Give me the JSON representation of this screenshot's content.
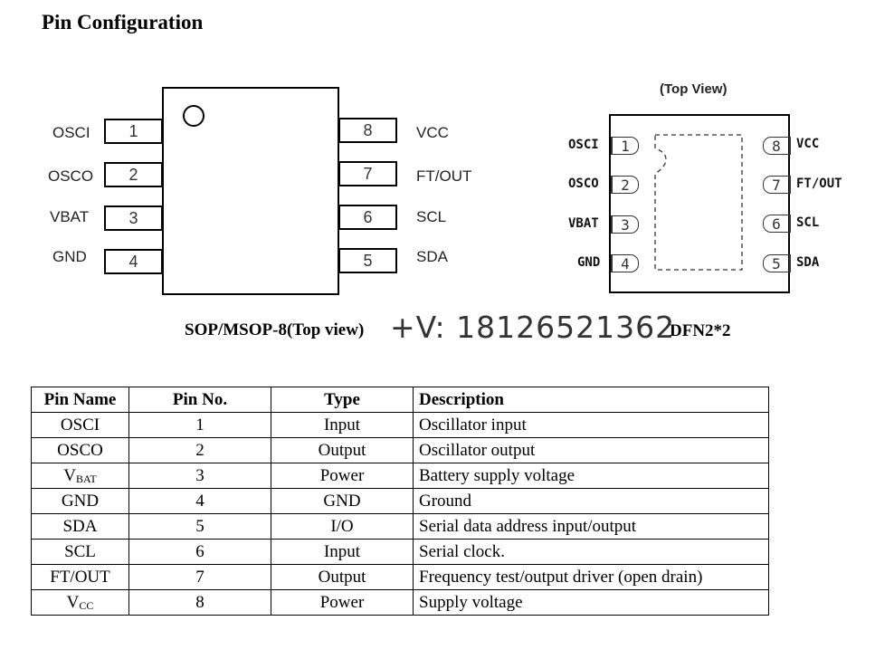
{
  "title": "Pin Configuration",
  "sop": {
    "caption": "SOP/MSOP-8(Top view)",
    "left_pins": [
      {
        "num": "1",
        "name": "OSCI"
      },
      {
        "num": "2",
        "name": "OSCO"
      },
      {
        "num": "3",
        "name": "VBAT"
      },
      {
        "num": "4",
        "name": "GND"
      }
    ],
    "right_pins": [
      {
        "num": "8",
        "name": "VCC"
      },
      {
        "num": "7",
        "name": "FT/OUT"
      },
      {
        "num": "6",
        "name": "SCL"
      },
      {
        "num": "5",
        "name": "SDA"
      }
    ]
  },
  "watermark": "+V:  18126521362",
  "dfn": {
    "caption": "DFN2*2",
    "top_view": "(Top View)",
    "left_pins": [
      {
        "num": "1",
        "name": "OSCI"
      },
      {
        "num": "2",
        "name": "OSCO"
      },
      {
        "num": "3",
        "name": "VBAT"
      },
      {
        "num": "4",
        "name": "GND"
      }
    ],
    "right_pins": [
      {
        "num": "8",
        "name": "VCC"
      },
      {
        "num": "7",
        "name": "FT/OUT"
      },
      {
        "num": "6",
        "name": "SCL"
      },
      {
        "num": "5",
        "name": "SDA"
      }
    ]
  },
  "table": {
    "headers": [
      "Pin Name",
      "Pin No.",
      "Type",
      "Description"
    ],
    "rows": [
      {
        "name": "OSCI",
        "sub": "",
        "no": "1",
        "type": "Input",
        "desc": "Oscillator input"
      },
      {
        "name": "OSCO",
        "sub": "",
        "no": "2",
        "type": "Output",
        "desc": "Oscillator output"
      },
      {
        "name": "V",
        "sub": "BAT",
        "no": "3",
        "type": "Power",
        "desc": "Battery supply voltage"
      },
      {
        "name": "GND",
        "sub": "",
        "no": "4",
        "type": "GND",
        "desc": "Ground"
      },
      {
        "name": "SDA",
        "sub": "",
        "no": "5",
        "type": "I/O",
        "desc": "Serial data address input/output"
      },
      {
        "name": "SCL",
        "sub": "",
        "no": "6",
        "type": "Input",
        "desc": "Serial clock."
      },
      {
        "name": "FT/OUT",
        "sub": "",
        "no": "7",
        "type": "Output",
        "desc": "Frequency test/output driver (open drain)"
      },
      {
        "name": "V",
        "sub": "CC",
        "no": "8",
        "type": "Power",
        "desc": "Supply voltage"
      }
    ]
  }
}
